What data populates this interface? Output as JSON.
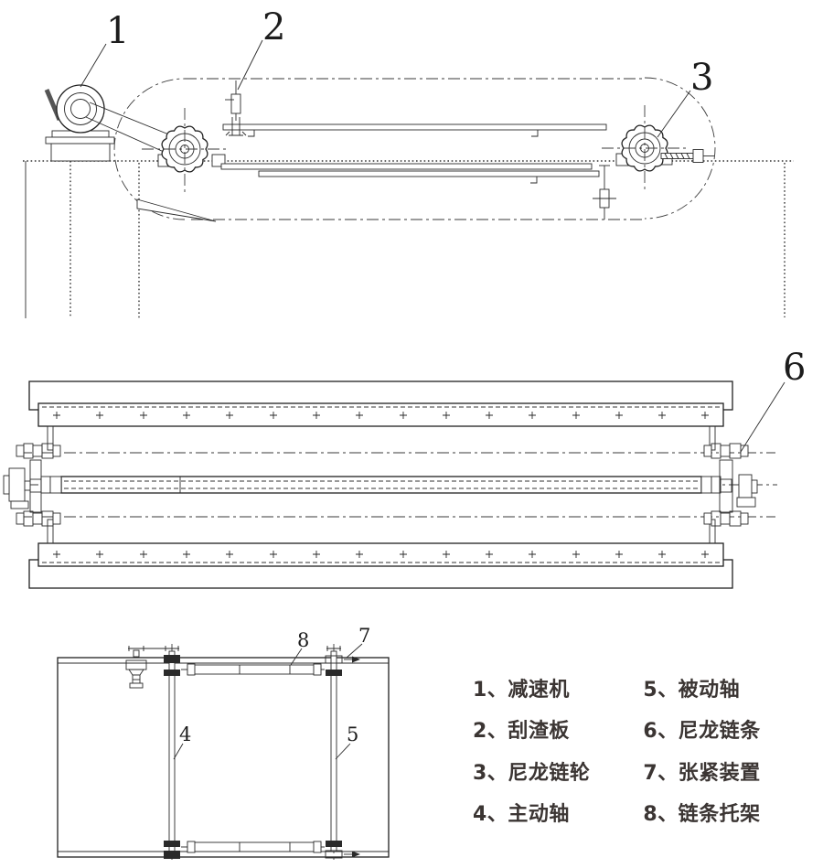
{
  "callouts": {
    "reducer": "1",
    "scraper_plate": "2",
    "nylon_sprocket": "3",
    "drive_shaft": "4",
    "driven_shaft": "5",
    "nylon_chain": "6",
    "tensioner": "7",
    "chain_bracket": "8"
  },
  "legend": {
    "items": [
      {
        "num": "1、",
        "name": "减速机"
      },
      {
        "num": "2、",
        "name": "刮渣板"
      },
      {
        "num": "3、",
        "name": "尼龙链轮"
      },
      {
        "num": "4、",
        "name": "主动轴"
      },
      {
        "num": "5、",
        "name": "被动轴"
      },
      {
        "num": "6、",
        "name": "尼龙链条"
      },
      {
        "num": "7、",
        "name": "张紧装置"
      },
      {
        "num": "8、",
        "name": "链条托架"
      }
    ]
  }
}
